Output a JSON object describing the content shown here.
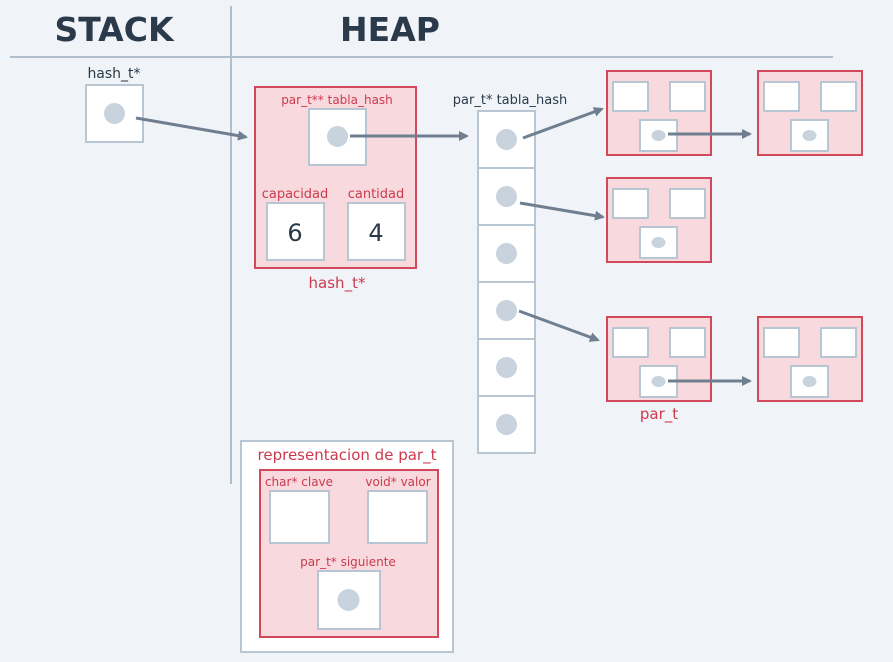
{
  "titles": {
    "stack": "STACK",
    "heap": "HEAP"
  },
  "stack": {
    "pointer_label": "hash_t*"
  },
  "hash_struct": {
    "name": "hash_t*",
    "field_tabla": "par_t** tabla_hash",
    "field_capacidad": "capacidad",
    "field_cantidad": "cantidad",
    "capacidad_value": "6",
    "cantidad_value": "4"
  },
  "table": {
    "label": "par_t* tabla_hash"
  },
  "nodes": {
    "label": "par_t"
  },
  "legend": {
    "title": "representacion de par_t",
    "field_clave": "char* clave",
    "field_valor": "void* valor",
    "field_siguiente": "par_t* siguiente"
  },
  "colors": {
    "struct_fill": "#f7d9de",
    "struct_stroke": "#d2495b",
    "cell_stroke": "#b8c6d4",
    "arrow": "#6f7f90",
    "title": "#2a3a4a"
  }
}
